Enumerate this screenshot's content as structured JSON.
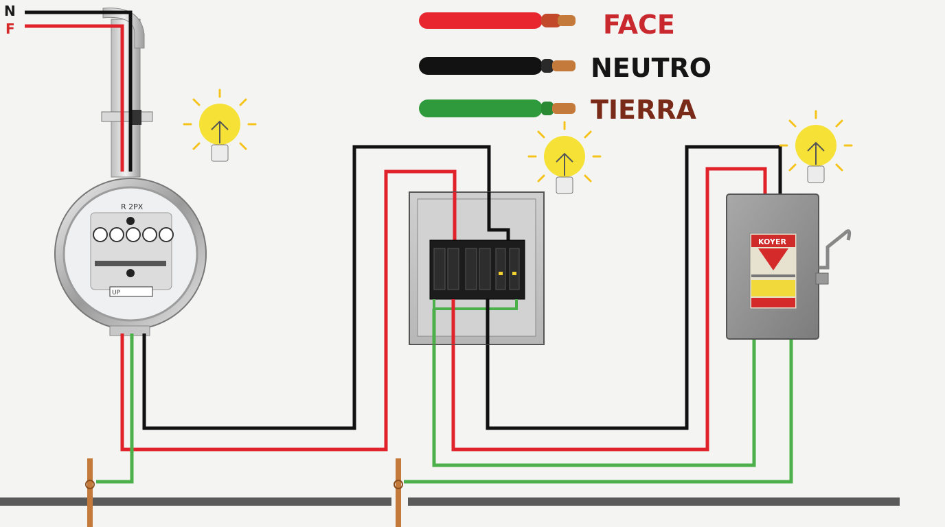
{
  "supply_labels": {
    "neutral": "N",
    "phase": "F"
  },
  "legend": [
    {
      "label": "FACE",
      "color": "#e8262f",
      "text_color": "#c8282e"
    },
    {
      "label": "NEUTRO",
      "color": "#121212",
      "text_color": "#151515"
    },
    {
      "label": "TIERRA",
      "color": "#2f9a3c",
      "text_color": "#7a2a18"
    }
  ],
  "meter": {
    "model_text": "R 2PX",
    "plate_text": "UP"
  },
  "safety_switch": {
    "brand": "KOYER"
  },
  "colors": {
    "phase": "#e0232b",
    "neutral": "#111111",
    "ground": "#4bb04a",
    "copper": "#c47a3a",
    "bulb": "#f6e236",
    "ground_bar": "#555555"
  },
  "bulbs": [
    {
      "name": "bulb-meter"
    },
    {
      "name": "bulb-panel"
    },
    {
      "name": "bulb-switch"
    }
  ]
}
